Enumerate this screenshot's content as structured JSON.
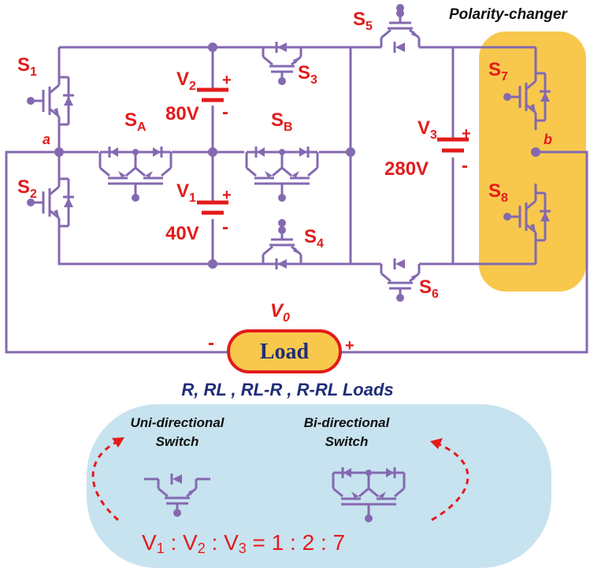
{
  "switches": {
    "s1": {
      "main": "S",
      "sub": "1"
    },
    "s2": {
      "main": "S",
      "sub": "2"
    },
    "s3": {
      "main": "S",
      "sub": "3"
    },
    "s4": {
      "main": "S",
      "sub": "4"
    },
    "s5": {
      "main": "S",
      "sub": "5"
    },
    "s6": {
      "main": "S",
      "sub": "6"
    },
    "s7": {
      "main": "S",
      "sub": "7"
    },
    "s8": {
      "main": "S",
      "sub": "8"
    },
    "sa": {
      "main": "S",
      "sub": "A"
    },
    "sb": {
      "main": "S",
      "sub": "B"
    }
  },
  "sources": {
    "v1": {
      "main": "V",
      "sub": "1",
      "value": "40V"
    },
    "v2": {
      "main": "V",
      "sub": "2",
      "value": "80V"
    },
    "v3": {
      "main": "V",
      "sub": "3",
      "value": "280V"
    }
  },
  "nodes": {
    "a": "a",
    "b": "b"
  },
  "polarity_changer": "Polarity-changer",
  "output": {
    "main": "V",
    "sub": "0"
  },
  "load": {
    "label": "Load",
    "minus": "-",
    "plus": "+"
  },
  "load_types": "R, RL , RL-R , R-RL Loads",
  "legend": {
    "uni_line1": "Uni-directional",
    "uni_line2": "Switch",
    "bi_line1": "Bi-directional",
    "bi_line2": "Switch",
    "ratio": {
      "v1": "V",
      "s1": "1",
      "c1": " : V",
      "s2": "2",
      "c2": " : V",
      "s3": "3",
      "rest": " = 1 : 2 : 7"
    }
  },
  "polarity": {
    "plus": "+",
    "minus": "-"
  },
  "colors": {
    "wire": "#8469b0",
    "label": "#e31b1b",
    "highlight": "#f8c84c",
    "legend_bg": "#c7e3ef",
    "load_fill": "#f8c84c",
    "load_border": "#e31b1b",
    "load_text": "#1f2d78"
  }
}
